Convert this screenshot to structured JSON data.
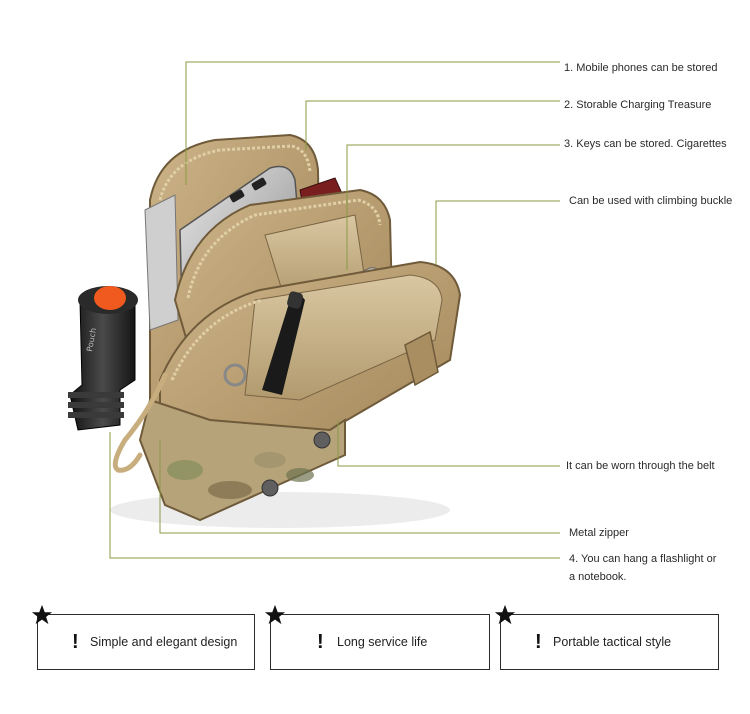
{
  "callouts": {
    "c1": "1. Mobile phones can be stored",
    "c2": "2. Storable Charging Treasure",
    "c3": "3. Keys can be stored. Cigarettes",
    "c4": "Can be used with climbing buckle",
    "c5": "It can be worn through the belt",
    "c6": "Metal zipper",
    "c7_line1": "4. You can hang a flashlight or",
    "c7_line2": "a notebook."
  },
  "features": [
    {
      "label": "Simple and elegant design",
      "icon": "star-icon"
    },
    {
      "label": "Long service life",
      "icon": "star-icon"
    },
    {
      "label": "Portable tactical style",
      "icon": "star-icon"
    }
  ],
  "colors": {
    "leader_line": "#8a9a46",
    "pouch_tan": "#b59b6c",
    "pouch_dark": "#7a6444",
    "flashlight_cap": "#f05a1e",
    "flashlight_body": "#262626"
  },
  "product_image": {
    "flashlight_brand": "Pouch"
  }
}
